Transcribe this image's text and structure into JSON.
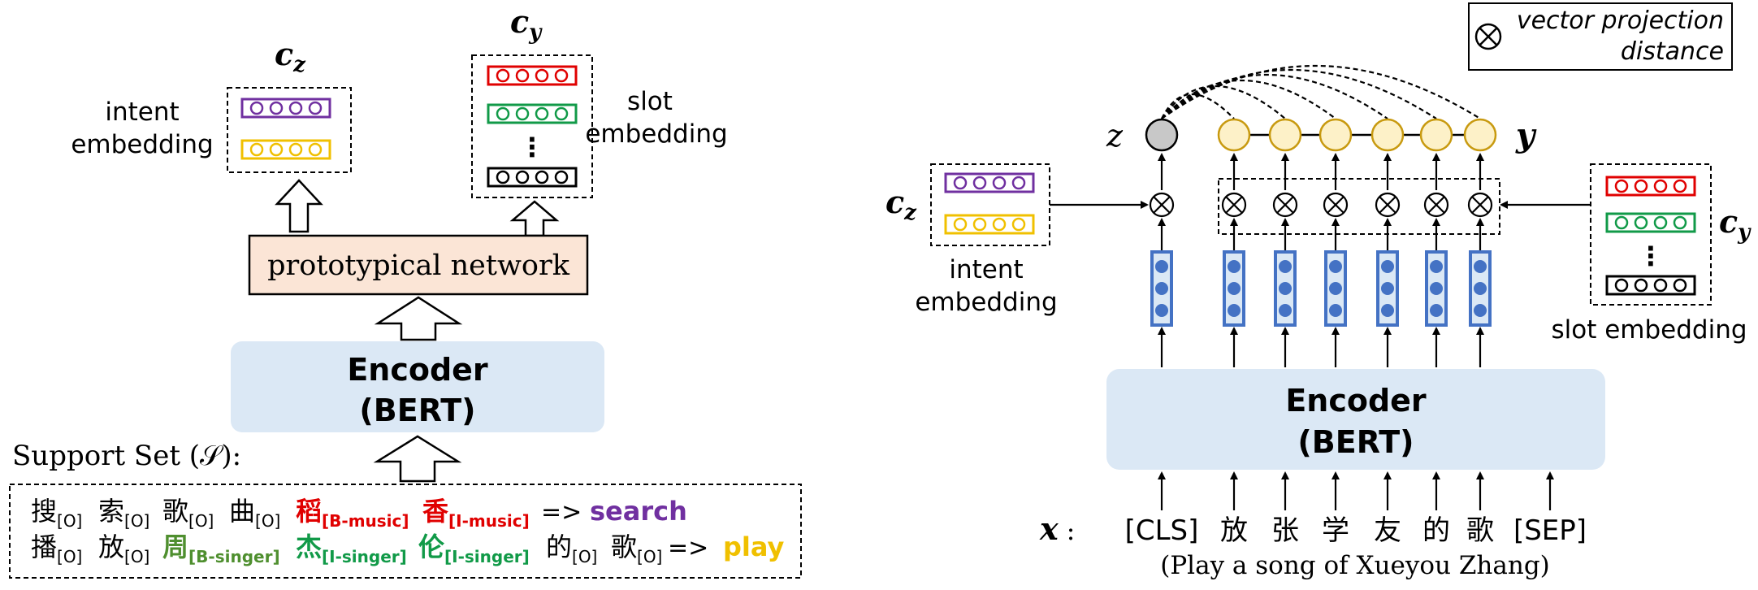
{
  "colors": {
    "encoder_fill": "#dbe8f5",
    "proto_fill": "#fbe5d6",
    "purple": "#7030a0",
    "yellow": "#f0c000",
    "red": "#e00000",
    "green": "#119a48",
    "olive_green": "#4f8f2f",
    "blue_token": "#4472c4",
    "node_fill": "#fdf1c8",
    "node_stroke": "#c89a10",
    "z_fill": "#c8c8c8"
  },
  "left": {
    "cz_label": "c",
    "cz_sub": "z",
    "cy_label": "c",
    "cy_sub": "y",
    "intent_label_line1": "intent",
    "intent_label_line2": "embedding",
    "slot_label_line1": "slot",
    "slot_label_line2": "embedding",
    "slot_dots": "⋮",
    "proto_label": "prototypical network",
    "encoder_line1": "Encoder",
    "encoder_line2": "(BERT)",
    "support_title": "Support Set (𝒮):",
    "row1": {
      "tokens": [
        {
          "char": "搜",
          "tag": "[O]"
        },
        {
          "char": "索",
          "tag": "[O]"
        },
        {
          "char": "歌",
          "tag": "[O]"
        },
        {
          "char": "曲",
          "tag": "[O]"
        },
        {
          "char": "稻",
          "tag": "[B-music]"
        },
        {
          "char": "香",
          "tag": "[I-music]"
        }
      ],
      "arrow": "=>",
      "intent": "search"
    },
    "row2": {
      "tokens": [
        {
          "char": "播",
          "tag": "[O]"
        },
        {
          "char": "放",
          "tag": "[O]"
        },
        {
          "char": "周",
          "tag": "[B-singer]"
        },
        {
          "char": "杰",
          "tag": "[I-singer]"
        },
        {
          "char": "伦",
          "tag": "[I-singer]"
        },
        {
          "char": "的",
          "tag": "[O]"
        },
        {
          "char": "歌",
          "tag": "[O]"
        }
      ],
      "arrow": "=>",
      "intent": "play"
    }
  },
  "right": {
    "legend_symbol": "⊗",
    "legend_line1": "vector projection",
    "legend_line2": "distance",
    "z_label": "z",
    "y_label": "y",
    "cz_label": "c",
    "cz_sub": "z",
    "cy_label": "c",
    "cy_sub": "y",
    "intent_label_line1": "intent",
    "intent_label_line2": "embedding",
    "slot_label": "slot embedding",
    "slot_dots": "⋮",
    "encoder_line1": "Encoder",
    "encoder_line2": "(BERT)",
    "x_label": "x",
    "x_colon": ":",
    "input_tokens": [
      "[CLS]",
      "放",
      "张",
      "学",
      "友",
      "的",
      "歌",
      "[SEP]"
    ],
    "translation": "(Play a song of Xueyou Zhang)"
  }
}
